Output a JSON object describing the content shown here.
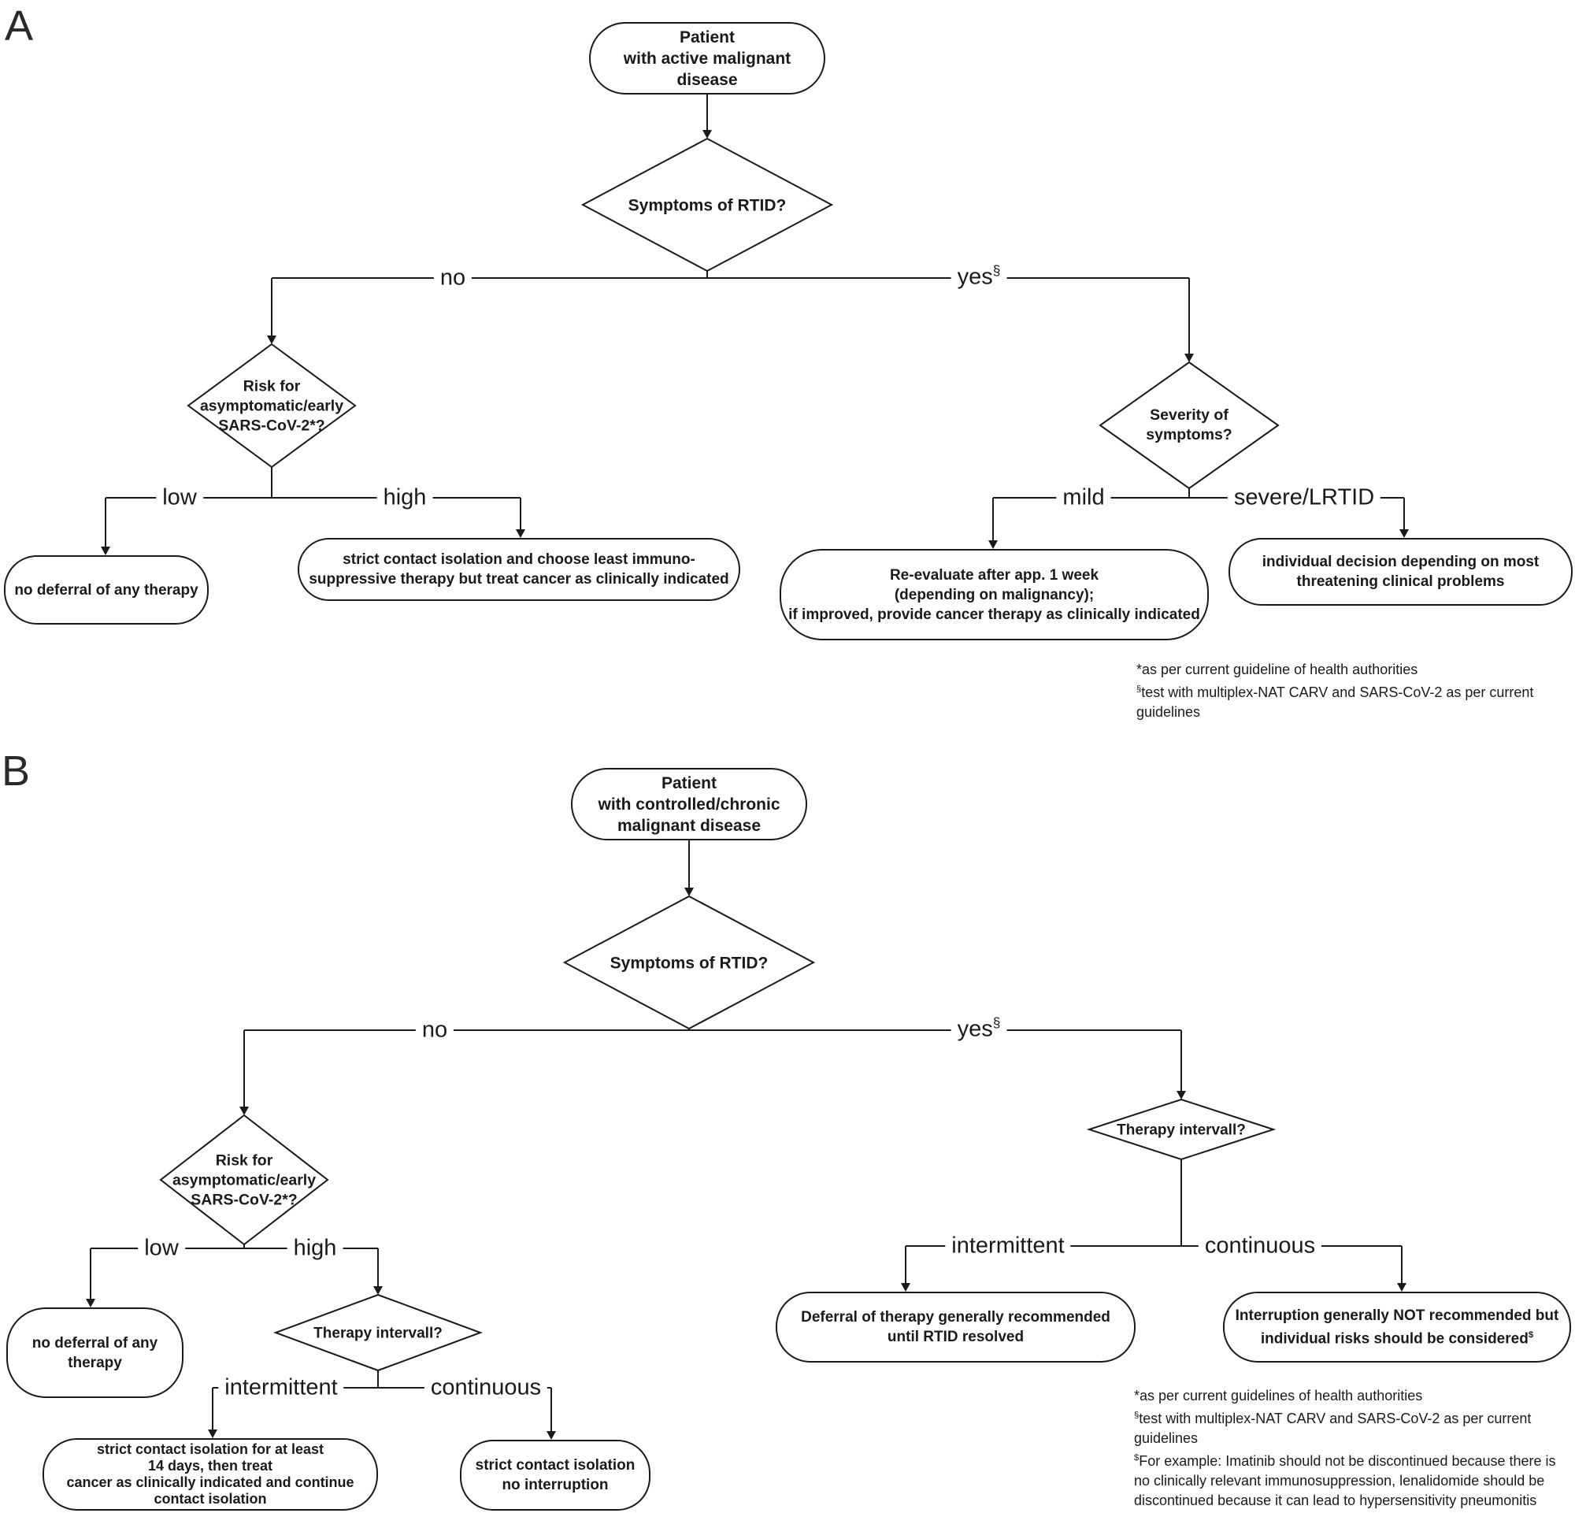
{
  "colors": {
    "ink": "#1a1a1a",
    "background": "#ffffff"
  },
  "panels": {
    "a": {
      "label": "A",
      "start": {
        "lines": [
          "Patient",
          "with active malignant",
          "disease"
        ]
      },
      "decision_symptoms": "Symptoms of RTID?",
      "branch_no": "no",
      "branch_yes": {
        "text": "yes",
        "sup": "§"
      },
      "decision_risk": {
        "lines": [
          "Risk for",
          "asymptomatic/early",
          "SARS-CoV-2*?"
        ]
      },
      "label_low": "low",
      "label_high": "high",
      "leaf_no_deferral": {
        "lines": [
          "no deferral of any therapy"
        ]
      },
      "leaf_strict_isolation": {
        "lines": [
          "strict contact isolation and choose least immuno-",
          "suppressive therapy but treat cancer as clinically indicated"
        ]
      },
      "decision_severity": {
        "lines": [
          "Severity of",
          "symptoms?"
        ]
      },
      "label_mild": "mild",
      "label_severe": "severe/LRTID",
      "leaf_reevaluate": {
        "lines": [
          "Re-evaluate after app. 1 week",
          "(depending on malignancy);",
          "if improved, provide cancer therapy as clinically indicated"
        ]
      },
      "leaf_individual": {
        "lines": [
          "individual decision depending on most",
          "threatening clinical problems"
        ]
      },
      "footnotes": [
        {
          "sup": "",
          "text": "*as per current guideline of health authorities"
        },
        {
          "sup": "§",
          "text": "test with multiplex-NAT CARV and SARS-CoV-2 as per current guidelines"
        }
      ]
    },
    "b": {
      "label": "B",
      "start": {
        "lines": [
          "Patient",
          "with controlled/chronic",
          "malignant disease"
        ]
      },
      "decision_symptoms": "Symptoms of RTID?",
      "branch_no": "no",
      "branch_yes": {
        "text": "yes",
        "sup": "§"
      },
      "decision_risk": {
        "lines": [
          "Risk for",
          "asymptomatic/early",
          "SARS-CoV-2*?"
        ]
      },
      "label_low": "low",
      "label_high": "high",
      "leaf_no_deferral": {
        "lines": [
          "no deferral of any",
          "therapy"
        ]
      },
      "decision_interval_left": "Therapy intervall?",
      "label_intermittent_left": "intermittent",
      "label_continuous_left": "continuous",
      "leaf_intermittent": {
        "lines": [
          "strict contact isolation for at least",
          "14 days, then treat",
          "cancer as clinically indicated and continue",
          "contact isolation"
        ]
      },
      "leaf_continuous": {
        "lines": [
          "strict contact isolation",
          "no interruption"
        ]
      },
      "decision_interval_right": "Therapy intervall?",
      "label_intermittent_right": "intermittent",
      "label_continuous_right": "continuous",
      "leaf_deferral": {
        "lines": [
          "Deferral of therapy generally recommended",
          "until RTID resolved"
        ]
      },
      "leaf_interruption": {
        "line1": "Interruption generally NOT recommended but",
        "line2": "individual risks should be considered",
        "line2_sup": "$"
      },
      "footnotes": [
        {
          "sup": "",
          "text": "*as per current guidelines of health authorities"
        },
        {
          "sup": "§",
          "text": "test with multiplex-NAT CARV and SARS-CoV-2 as per current guidelines"
        },
        {
          "sup": "$",
          "text": "For example: Imatinib should not be discontinued because there is no clinically relevant immunosuppression, lenalidomide should be discontinued because it can lead to hypersensitivity pneumonitis"
        }
      ]
    }
  }
}
